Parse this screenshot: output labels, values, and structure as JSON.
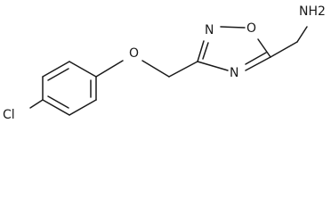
{
  "molecule": {
    "atoms": {
      "cl": "Cl",
      "o_ether": "O",
      "n2": "N",
      "o1": "O",
      "n4": "N",
      "nh2": "NH2"
    }
  }
}
